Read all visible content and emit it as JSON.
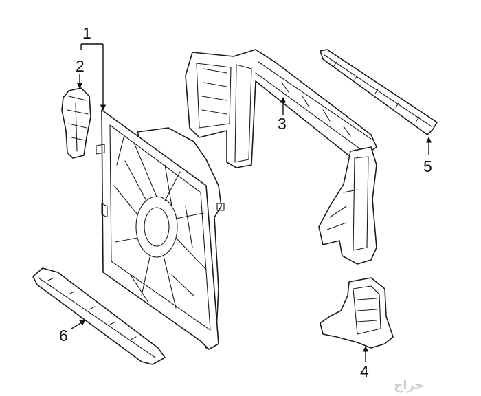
{
  "callouts": [
    {
      "id": 1,
      "label": "1"
    },
    {
      "id": 2,
      "label": "2"
    },
    {
      "id": 3,
      "label": "3"
    },
    {
      "id": 4,
      "label": "4"
    },
    {
      "id": 5,
      "label": "5"
    },
    {
      "id": 6,
      "label": "6"
    }
  ],
  "watermark": "حراج",
  "colors": {
    "line": "#1a1a1a",
    "background": "#ffffff",
    "watermark": "#cfcfcf"
  }
}
